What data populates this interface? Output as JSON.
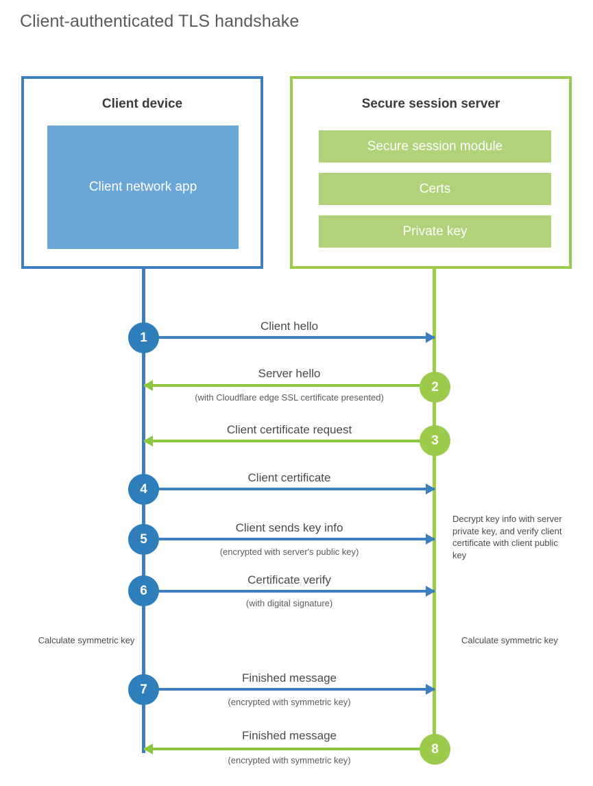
{
  "diagram": {
    "title": "Client-authenticated TLS handshake",
    "colors": {
      "client_blue": "#3c7fc0",
      "client_app_fill": "#6aa7d8",
      "server_green": "#9ccb4b",
      "server_bar_fill": "#b0d37a",
      "arrow_green": "#8cc63f",
      "step_blue": "#2e7ebb",
      "text_gray": "#4a4a4a"
    }
  },
  "client": {
    "title": "Client device",
    "app_label": "Client network app"
  },
  "server": {
    "title": "Secure session server",
    "components": [
      {
        "label": "Secure session module"
      },
      {
        "label": "Certs"
      },
      {
        "label": "Private key"
      }
    ]
  },
  "steps": [
    {
      "number": "1",
      "label": "Client hello",
      "sublabel": "",
      "direction": "client-to-server",
      "side": "client"
    },
    {
      "number": "2",
      "label": "Server hello",
      "sublabel": "(with Cloudflare edge SSL certificate presented)",
      "direction": "server-to-client",
      "side": "server"
    },
    {
      "number": "3",
      "label": "Client certificate request",
      "sublabel": "",
      "direction": "server-to-client",
      "side": "server"
    },
    {
      "number": "4",
      "label": "Client certificate",
      "sublabel": "",
      "direction": "client-to-server",
      "side": "client"
    },
    {
      "number": "5",
      "label": "Client sends key info",
      "sublabel": "(encrypted with server's public key)",
      "direction": "client-to-server",
      "side": "client"
    },
    {
      "number": "6",
      "label": "Certificate verify",
      "sublabel": "(with digital signature)",
      "direction": "client-to-server",
      "side": "client"
    },
    {
      "number": "7",
      "label": "Finished message",
      "sublabel": "(encrypted with symmetric key)",
      "direction": "client-to-server",
      "side": "client"
    },
    {
      "number": "8",
      "label": "Finished message",
      "sublabel": "(encrypted with symmetric key)",
      "direction": "server-to-client",
      "side": "server"
    }
  ],
  "notes": {
    "server_decrypt": "Decrypt key info with server private key, and verify client certificate with client public key",
    "client_calculate": "Calculate symmetric key",
    "server_calculate": "Calculate symmetric key"
  }
}
